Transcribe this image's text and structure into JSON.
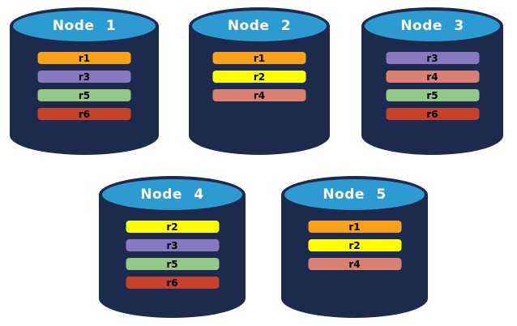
{
  "colors": {
    "background": "#FFFFFF",
    "cylinder_body": "#1B2A4D",
    "cylinder_top": "#2E9AD2",
    "cylinder_outline": "#1B2A4D",
    "title_text": "#FFFFFF",
    "bar_text": "#000000"
  },
  "replica_colors": {
    "r1": "#F9A11B",
    "r2": "#FEFE00",
    "r3": "#8878C1",
    "r4": "#DB8072",
    "r5": "#93C987",
    "r6": "#C5412C"
  },
  "nodes": [
    {
      "title": "Node 1",
      "replicas": [
        {
          "label": "r1",
          "color": "#F9A11B"
        },
        {
          "label": "r3",
          "color": "#8878C1"
        },
        {
          "label": "r5",
          "color": "#93C987"
        },
        {
          "label": "r6",
          "color": "#C5412C"
        }
      ]
    },
    {
      "title": "Node 2",
      "replicas": [
        {
          "label": "r1",
          "color": "#F9A11B"
        },
        {
          "label": "r2",
          "color": "#FEFE00"
        },
        {
          "label": "r4",
          "color": "#DB8072"
        }
      ]
    },
    {
      "title": "Node 3",
      "replicas": [
        {
          "label": "r3",
          "color": "#8878C1"
        },
        {
          "label": "r4",
          "color": "#DB8072"
        },
        {
          "label": "r5",
          "color": "#93C987"
        },
        {
          "label": "r6",
          "color": "#C5412C"
        }
      ]
    },
    {
      "title": "Node 4",
      "replicas": [
        {
          "label": "r2",
          "color": "#FEFE00"
        },
        {
          "label": "r3",
          "color": "#8878C1"
        },
        {
          "label": "r5",
          "color": "#93C987"
        },
        {
          "label": "r6",
          "color": "#C5412C"
        }
      ]
    },
    {
      "title": "Node 5",
      "replicas": [
        {
          "label": "r1",
          "color": "#F9A11B"
        },
        {
          "label": "r2",
          "color": "#FEFE00"
        },
        {
          "label": "r4",
          "color": "#DB8072"
        }
      ]
    }
  ]
}
